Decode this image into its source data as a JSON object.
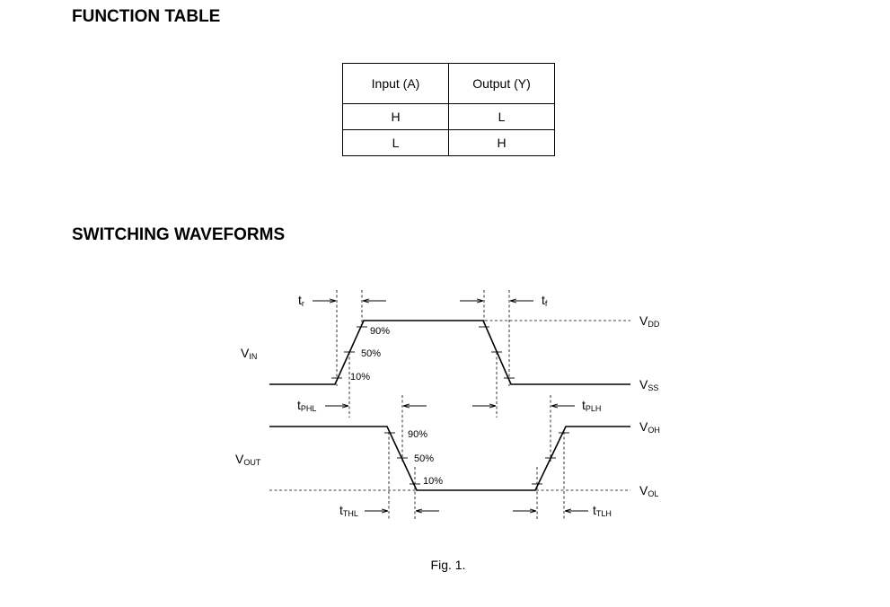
{
  "function_table": {
    "title": "FUNCTION TABLE",
    "headers": [
      "Input (A)",
      "Output (Y)"
    ],
    "rows": [
      [
        "H",
        "L"
      ],
      [
        "L",
        "H"
      ]
    ]
  },
  "switching": {
    "title": "SWITCHING WAVEFORMS",
    "labels": {
      "vin": {
        "main": "V",
        "sub": "IN"
      },
      "vout": {
        "main": "V",
        "sub": "OUT"
      },
      "vdd": {
        "main": "V",
        "sub": "DD"
      },
      "vss": {
        "main": "V",
        "sub": "SS"
      },
      "voh": {
        "main": "V",
        "sub": "OH"
      },
      "vol": {
        "main": "V",
        "sub": "OL"
      },
      "tr": {
        "main": "t",
        "sub": "r"
      },
      "tf": {
        "main": "t",
        "sub": "f"
      },
      "tphl": {
        "main": "t",
        "sub": "PHL"
      },
      "tplh": {
        "main": "t",
        "sub": "PLH"
      },
      "tthl": {
        "main": "t",
        "sub": "THL"
      },
      "ttlh": {
        "main": "t",
        "sub": "TLH"
      }
    },
    "percent_labels": [
      "90%",
      "50%",
      "10%"
    ],
    "caption": "Fig. 1."
  }
}
